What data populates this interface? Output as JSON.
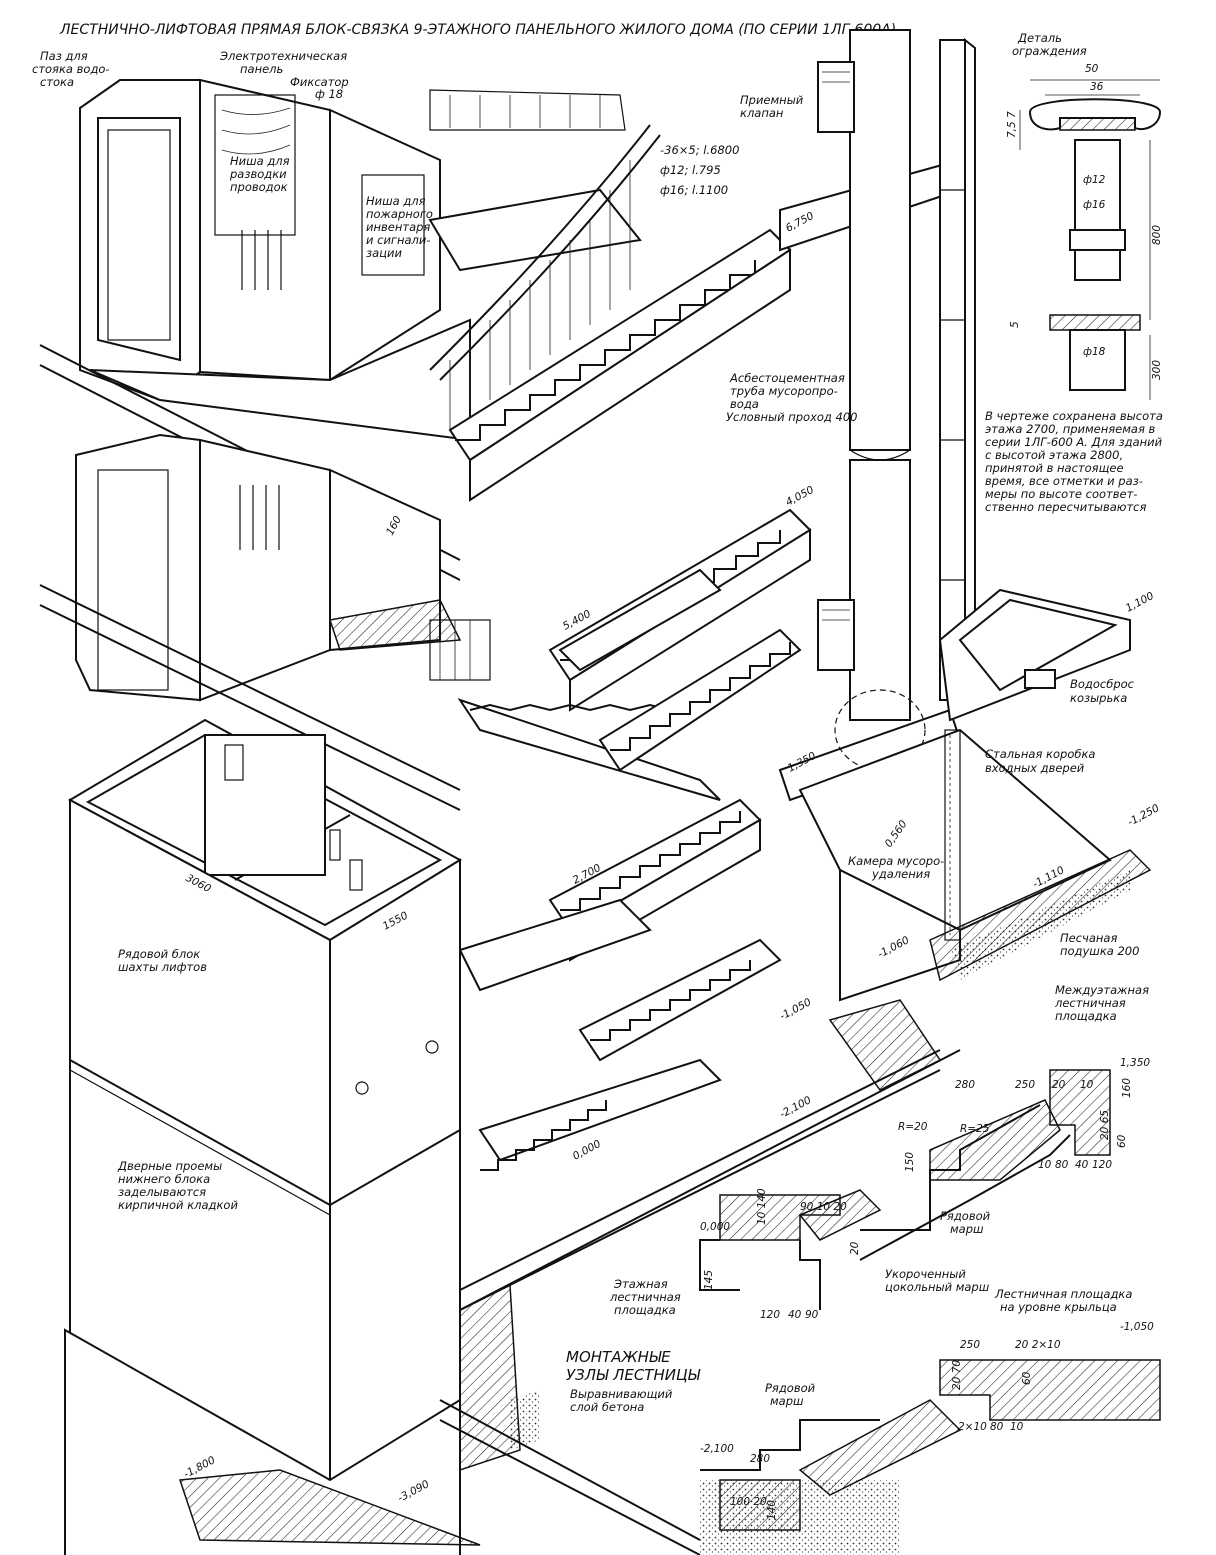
{
  "title": "ЛЕСТНИЧНО-ЛИФТОВАЯ ПРЯМАЯ БЛОК-СВЯЗКА 9-ЭТАЖНОГО ПАНЕЛЬНОГО ЖИЛОГО ДОМА (ПО СЕРИИ 1ЛГ-600А)",
  "labels": {
    "paz_l1": "Паз для",
    "paz_l2": "стояка водо-",
    "paz_l3": "стока",
    "el_l1": "Электротехническая",
    "el_l2": "панель",
    "fix": "Фиксатор",
    "fix_d": "ф 18",
    "nisha1_l1": "Ниша для",
    "nisha1_l2": "разводки",
    "nisha1_l3": "проводок",
    "nisha2_l1": "Ниша для",
    "nisha2_l2": "пожарного",
    "nisha2_l3": "инвентаря",
    "nisha2_l4": "и сигнали-",
    "nisha2_l5": "зации",
    "rail1": "-36×5; l.6800",
    "rail2": "ф12; l.795",
    "rail3": "ф16; l.1100",
    "valve_l1": "Приемный",
    "valve_l2": "клапан",
    "pipe_l1": "Асбестоцементная",
    "pipe_l2": "труба мусоропро-",
    "pipe_l3": "вода",
    "pipe_l4": "Условный проход 400",
    "note_l1": "В чертеже сохранена высота",
    "note_l2": "этажа 2700, применяемая в",
    "note_l3": "серии 1ЛГ-600 А. Для зданий",
    "note_l4": "с высотой этажа 2800,",
    "note_l5": "принятой в настоящее",
    "note_l6": "время, все отметки и раз-",
    "note_l7": "меры по высоте соответ-",
    "note_l8": "ственно пересчитываются",
    "drain_l1": "Водосброс",
    "drain_l2": "козырька",
    "steelbox_l1": "Стальная коробка",
    "steelbox_l2": "входных дверей",
    "chamber_l1": "Камера мусоро-",
    "chamber_l2": "удаления",
    "sand_l1": "Песчаная",
    "sand_l2": "подушка 200",
    "shaft_l1": "Рядовой блок",
    "shaft_l2": "шахты лифтов",
    "door_l1": "Дверные проемы",
    "door_l2": "нижнего блока",
    "door_l3": "заделываются",
    "door_l4": "кирпичной кладкой",
    "montage_l1": "МОНТАЖНЫЕ",
    "montage_l2": "УЗЛЫ ЛЕСТНИЦЫ",
    "level_l1": "Выравнивающий",
    "level_l2": "слой бетона",
    "mid_l1": "Междуэтажная",
    "mid_l2": "лестничная",
    "mid_l3": "площадка",
    "flight1_l1": "Рядовой",
    "flight1_l2": "марш",
    "floorland_l1": "Этажная",
    "floorland_l2": "лестничная",
    "floorland_l3": "площадка",
    "short_l1": "Укороченный",
    "short_l2": "цокольный марш",
    "porch_l1": "Лестничная площадка",
    "porch_l2": "на уровне крыльца",
    "flight2_l1": "Рядовой",
    "flight2_l2": "марш",
    "detail_l1": "Деталь",
    "detail_l2": "ограждения"
  },
  "dims": {
    "e6750": "6,750",
    "e4050": "4,050",
    "e5400": "5,400",
    "e1350": "1,350",
    "e2700": "2,700",
    "e0000": "0,000",
    "e1100": "1,100",
    "em1250": "-1,250",
    "em1110": "-1,110",
    "em1060": "-1,060",
    "em1050": "-1,050",
    "em2100": "-2,100",
    "em1800": "-1,800",
    "em3090": "-3,090",
    "e0560": "0,560",
    "d160": "160",
    "d3060": "3060",
    "d1550": "1550",
    "d50": "50",
    "d36": "36",
    "d757": "7,5 7",
    "df12": "ф12",
    "df16": "ф16",
    "df18": "ф18",
    "d800": "800",
    "d5": "5",
    "d300": "300",
    "m_e1350": "1,350",
    "m_280": "280",
    "m_250": "250",
    "m_20a": "20",
    "m_10": "10",
    "m_160": "160",
    "m_r20": "R=20",
    "m_r25": "R=25",
    "m_150": "150",
    "m_2065": "20 65",
    "m_60": "60",
    "m_10b": "10",
    "m_80": "80",
    "m_40": "40",
    "m_120": "120",
    "m_0000": "0,000",
    "m_10140": "10 140",
    "m_901020": "90 10 20",
    "m_145": "145",
    "m_20b": "20",
    "m_120b": "120",
    "m_40b": "40",
    "m_90": "90",
    "m_em1050": "-1,050",
    "m_250b": "250",
    "m_202x10": "20 2×10",
    "m_2070": "20 70",
    "m_60b": "60",
    "m_2x10": "2×10",
    "m_80b": "80",
    "m_10c": "10",
    "m_em2100": "-2,100",
    "m_280b": "280",
    "m_10020": "100 20",
    "m_140": "140"
  },
  "colors": {
    "ink": "#111111",
    "paper": "#ffffff"
  }
}
